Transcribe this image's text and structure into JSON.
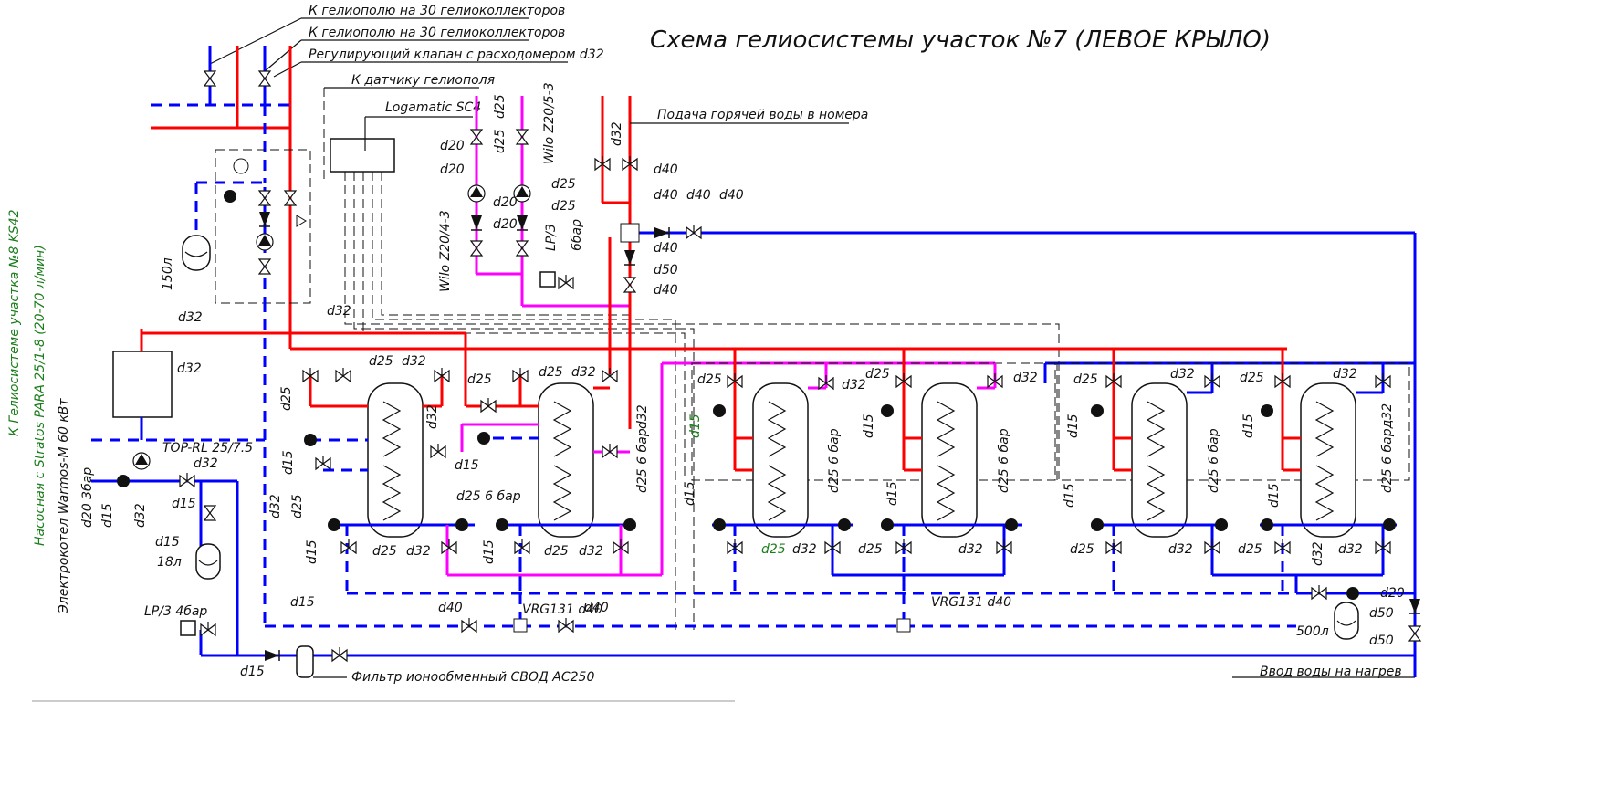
{
  "title": "Схема гелиосистемы участок №7 (ЛЕВОЕ КРЫЛО)",
  "callouts": {
    "to_field_1": "К гелиополю на 30 гелиоколлекторов",
    "to_field_2": "К гелиополю на 30 гелиоколлекторов",
    "balancing_valve": "Регулирующий клапан с расходомером d32",
    "to_sensor": "К датчику гелиополя",
    "controller": "Logamatic SC4",
    "hot_water_supply": "Подача горячей воды в номера",
    "water_inlet": "Ввод воды на нагрев",
    "filter": "Фильтр ионообменный СВОД АС250"
  },
  "side_labels": {
    "system_kit": "К Гелиосистеме участка №8 KS42",
    "pump_station": "Насосная с Stratos PARA 25/1-8 (20-70 л/мин)",
    "boiler": "Электрокотел Warmos-M 60 кВт"
  },
  "equipment": {
    "pump_1": "Wilo Z20/4-3",
    "pump_2": "Wilo Z20/5-3",
    "pump_boiler": "TOP-RL 25/7.5",
    "tank_150": "150л",
    "tank_18": "18л",
    "tank_500": "500л",
    "lp3_a": "LP/3",
    "lp3_b": "LP/3 4бар",
    "mixer_1": "VRG131 d40",
    "mixer_2": "VRG131 d40",
    "pressure_6": "6бар",
    "d20_3bar": "d20 3бар"
  },
  "dims": {
    "d15": "d15",
    "d20": "d20",
    "d25": "d25",
    "d32": "d32",
    "d40": "d40",
    "d50": "d50",
    "d25_6bar": "d25 6 бар",
    "d25_6bar_d32": "d25 6 бард32"
  },
  "colors": {
    "hot": "#ff0000",
    "cold": "#0000ff",
    "circulation": "#ff00ff",
    "green_text": "#1c7d1c"
  }
}
